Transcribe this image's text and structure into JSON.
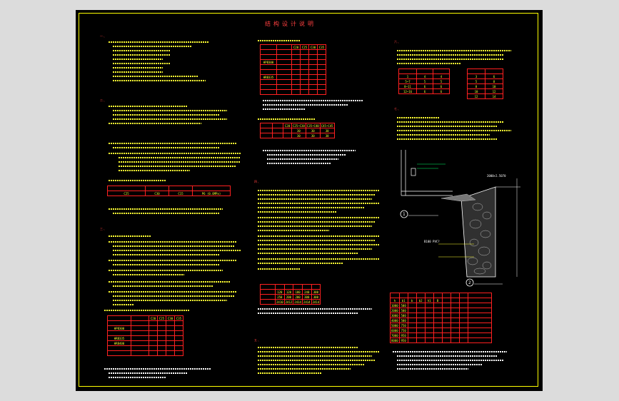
{
  "title": "结构设计说明",
  "steel_table": {
    "headers": [
      "C20",
      "C25",
      "C30",
      "C35"
    ],
    "rows": [
      [
        "",
        "",
        "",
        "",
        ""
      ],
      [
        "",
        "",
        "",
        "",
        ""
      ],
      [
        "HPB300",
        "",
        "",
        "",
        ""
      ],
      [
        "",
        "",
        "",
        "",
        ""
      ],
      [
        "",
        "",
        "",
        "",
        ""
      ],
      [
        "HRB335",
        "",
        "",
        "",
        ""
      ],
      [
        "",
        "",
        "",
        "",
        ""
      ],
      [
        "",
        "",
        "",
        "",
        ""
      ],
      [
        "",
        "",
        "",
        "",
        ""
      ]
    ]
  },
  "cover_table": {
    "headers": [
      "C20",
      "C25~C30",
      "C35~C40",
      "C45~C45"
    ],
    "rows": [
      [
        "",
        "",
        "30",
        "30",
        "30"
      ],
      [
        "",
        "",
        "30",
        "30",
        "30"
      ]
    ]
  },
  "mix_table": {
    "headers": [
      "",
      "",
      "",
      ""
    ],
    "rows": [
      [
        "C25",
        "C30",
        "C15",
        "P6 (0.6MPa)"
      ]
    ]
  },
  "lap_table": {
    "headers": [
      "C20",
      "C25",
      "C30",
      "C35"
    ],
    "rows": [
      [
        "",
        "",
        "",
        "",
        ""
      ],
      [
        "HPB300",
        "",
        "",
        "",
        ""
      ],
      [
        "",
        "",
        "",
        "",
        ""
      ],
      [
        "HRB335",
        "",
        "",
        "",
        ""
      ],
      [
        "HRB400",
        "",
        "",
        "",
        ""
      ],
      [
        "",
        "",
        "",
        "",
        ""
      ]
    ]
  },
  "frame_table": {
    "rows": [
      [
        "",
        "120",
        "120",
        "180",
        "240",
        "300"
      ],
      [
        "",
        "250",
        "200",
        "200",
        "300",
        "300"
      ],
      [
        "",
        "2410",
        "2412",
        "2414",
        "2414",
        "2414"
      ]
    ]
  },
  "right_tables": {
    "left_rows": [
      [
        "1",
        "4",
        "4"
      ],
      [
        "5~7",
        "5",
        "5"
      ],
      [
        "8~11",
        "6",
        "6"
      ],
      [
        "12~16",
        "6",
        "6"
      ]
    ],
    "right_rows": [
      [
        "3",
        "6"
      ],
      [
        "5",
        "8"
      ],
      [
        "8",
        "10"
      ],
      [
        "10",
        "12"
      ],
      [
        "12",
        "14"
      ]
    ]
  },
  "wall_table": {
    "headers": [
      "h",
      "b1",
      "b",
      "b2",
      "h1",
      "B",
      "",
      "",
      ""
    ],
    "rows": [
      [
        "1000",
        "500",
        "",
        "",
        "",
        "",
        "",
        "",
        ""
      ],
      [
        "2000",
        "500",
        "",
        "",
        "",
        "",
        "",
        "",
        ""
      ],
      [
        "3000",
        "500",
        "",
        "",
        "",
        "",
        "",
        "",
        ""
      ],
      [
        "4000",
        "500",
        "",
        "",
        "",
        "",
        "",
        "",
        ""
      ],
      [
        "5000",
        "750",
        "",
        "",
        "",
        "",
        "",
        "",
        ""
      ],
      [
        "6000",
        "750",
        "",
        "",
        "",
        "",
        "",
        "",
        ""
      ],
      [
        "7000",
        "950",
        "",
        "",
        "",
        "",
        "",
        "",
        ""
      ],
      [
        "8000",
        "950",
        "",
        "",
        "",
        "",
        "",
        "",
        ""
      ]
    ]
  },
  "labels": {
    "section1": "一、",
    "section2": "二、",
    "section3": "三、",
    "section4": "四、",
    "section5": "五、",
    "section6": "六、",
    "section7": "七、",
    "detail1": "1",
    "detail2": "2",
    "dim1": "2000+2.5070",
    "dim2": "B100 PVC?"
  }
}
